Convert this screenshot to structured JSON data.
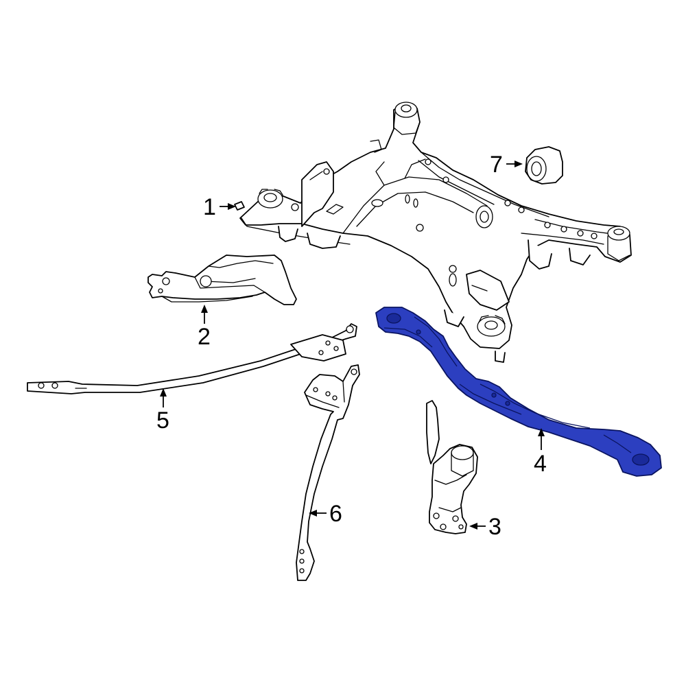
{
  "callouts": {
    "c1": "1",
    "c2": "2",
    "c3": "3",
    "c4": "4",
    "c5": "5",
    "c6": "6",
    "c7": "7"
  },
  "highlight_color": "#2c3fc0",
  "highlighted_part": "4"
}
